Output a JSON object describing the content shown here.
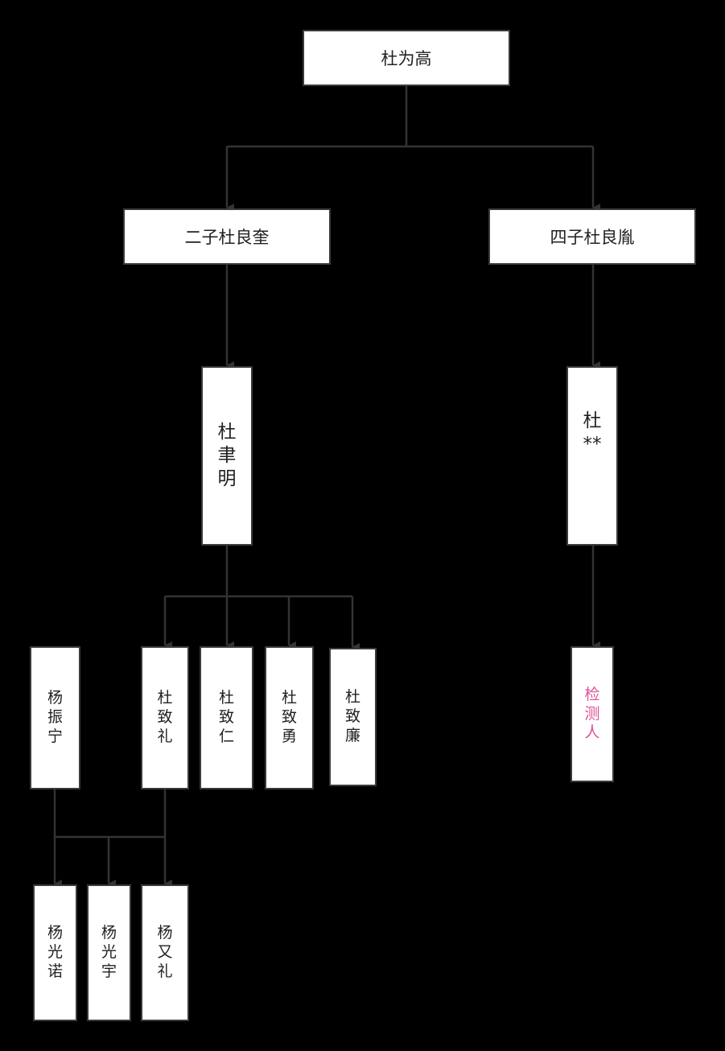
{
  "nodes": {
    "root": "杜为高",
    "son2": "二子杜良奎",
    "son4": "四子杜良胤",
    "du_yuming": "杜聿明",
    "du_star": "杜**",
    "yang_zhenning": "杨振宁",
    "du_zhili": "杜致礼",
    "du_zhiren": "杜致仁",
    "du_zhiyong": "杜致勇",
    "du_zhilian": "杜致廉",
    "tester": "检测人",
    "yang_guangnuo": "杨光诺",
    "yang_guangyu": "杨光宇",
    "yang_youli": "杨又礼"
  },
  "colors": {
    "line": "#333333",
    "highlight": "#e0509a"
  }
}
